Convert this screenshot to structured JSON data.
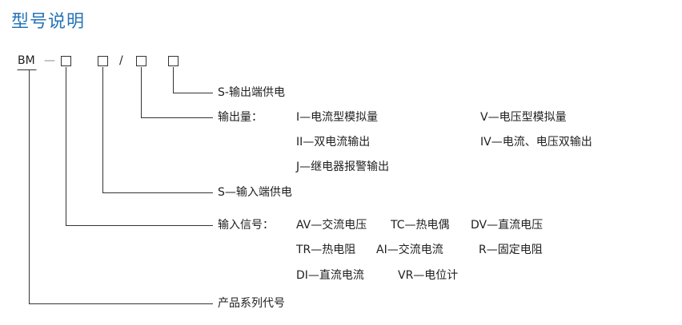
{
  "title": "型号说明",
  "code": {
    "prefix": "BM",
    "dash": "—",
    "slash": "/"
  },
  "items": {
    "s_output": "S-输出端供电",
    "output_label": "输出量：",
    "output_i": "I—电流型模拟量",
    "output_v": "V—电压型模拟量",
    "output_ii": "II—双电流输出",
    "output_iv": "IV—电流、电压双输出",
    "output_j": "J—继电器报警输出",
    "s_input": "S—输入端供电",
    "input_label": "输入信号：",
    "input_av": "AV—交流电压",
    "input_tc": "TC—热电偶",
    "input_dv": "DV—直流电压",
    "input_tr": "TR—热电阻",
    "input_ai": "AI—交流电流",
    "input_r": "R—固定电阻",
    "input_di": "DI—直流电流",
    "input_vr": "VR—电位计",
    "series": "产品系列代号"
  },
  "colors": {
    "title": "#2874b8",
    "text": "#1f1f1f",
    "line": "#333333"
  }
}
